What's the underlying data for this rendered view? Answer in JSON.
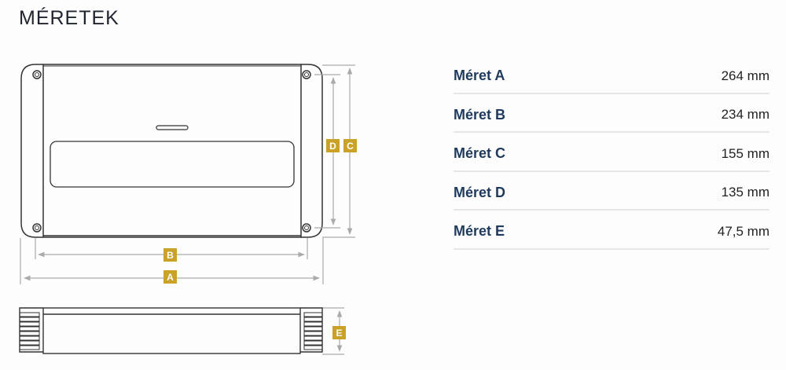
{
  "title": "MÉRETEK",
  "diagram": {
    "labels": {
      "a": "A",
      "b": "B",
      "c": "C",
      "d": "D",
      "e": "E"
    },
    "accent_color": "#c9a227"
  },
  "dimensions": [
    {
      "label": "Méret A",
      "value": "264 mm"
    },
    {
      "label": "Méret B",
      "value": "234 mm"
    },
    {
      "label": "Méret C",
      "value": "155 mm"
    },
    {
      "label": "Méret D",
      "value": "135 mm"
    },
    {
      "label": "Méret E",
      "value": "47,5 mm"
    }
  ]
}
